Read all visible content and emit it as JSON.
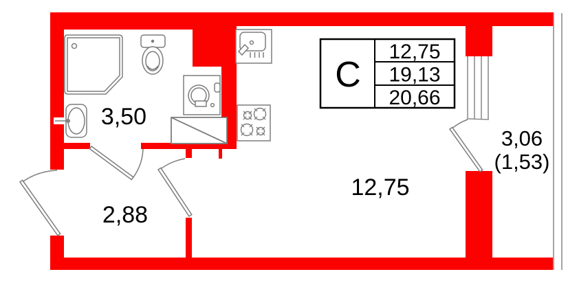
{
  "plan_type": "studio-apartment-floor-plan",
  "colors": {
    "wall": "#fb0100",
    "fixture_line": "#7d7d7d",
    "table_line": "#000000",
    "text": "#000000"
  },
  "info_table": {
    "type_label": "С",
    "rows": [
      "12,75",
      "19,13",
      "20,66"
    ]
  },
  "room_labels": {
    "bathroom": "3,50",
    "hallway": "2,88",
    "living": "12,75",
    "balcony": "3,06",
    "balcony_reduced": "(1,53)"
  },
  "fixtures": [
    "shower-cabin",
    "toilet",
    "washbasin",
    "washing-machine",
    "cabinet",
    "kitchen-sink",
    "stove-4-burners",
    "entrance-door",
    "bathroom-door",
    "living-room-door",
    "balcony-door",
    "balcony-window",
    "balcony-glazing"
  ]
}
